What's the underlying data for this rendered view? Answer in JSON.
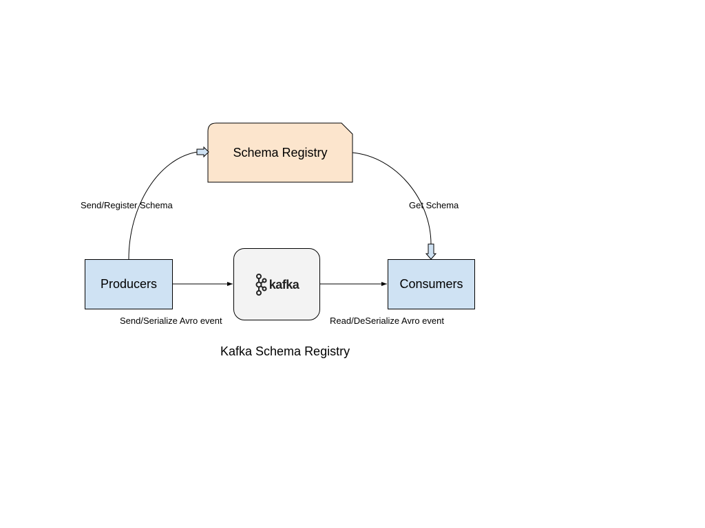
{
  "diagram": {
    "caption": "Kafka Schema Registry",
    "nodes": {
      "schema_registry": {
        "label": "Schema Registry",
        "fill": "#fce5cd"
      },
      "producers": {
        "label": "Producers",
        "fill": "#cfe2f3"
      },
      "consumers": {
        "label": "Consumers",
        "fill": "#cfe2f3"
      },
      "kafka": {
        "logo_text": "kafka",
        "fill": "#f3f3f3"
      }
    },
    "edges": {
      "register": {
        "label": "Send/Register Schema"
      },
      "get": {
        "label": "Get Schema"
      },
      "serialize": {
        "label": "Send/Serialize Avro event"
      },
      "deserialize": {
        "label": "Read/DeSerialize Avro event"
      }
    },
    "icons": [
      "kafka-logo-icon",
      "block-arrow-right-icon",
      "block-arrow-down-icon"
    ]
  }
}
